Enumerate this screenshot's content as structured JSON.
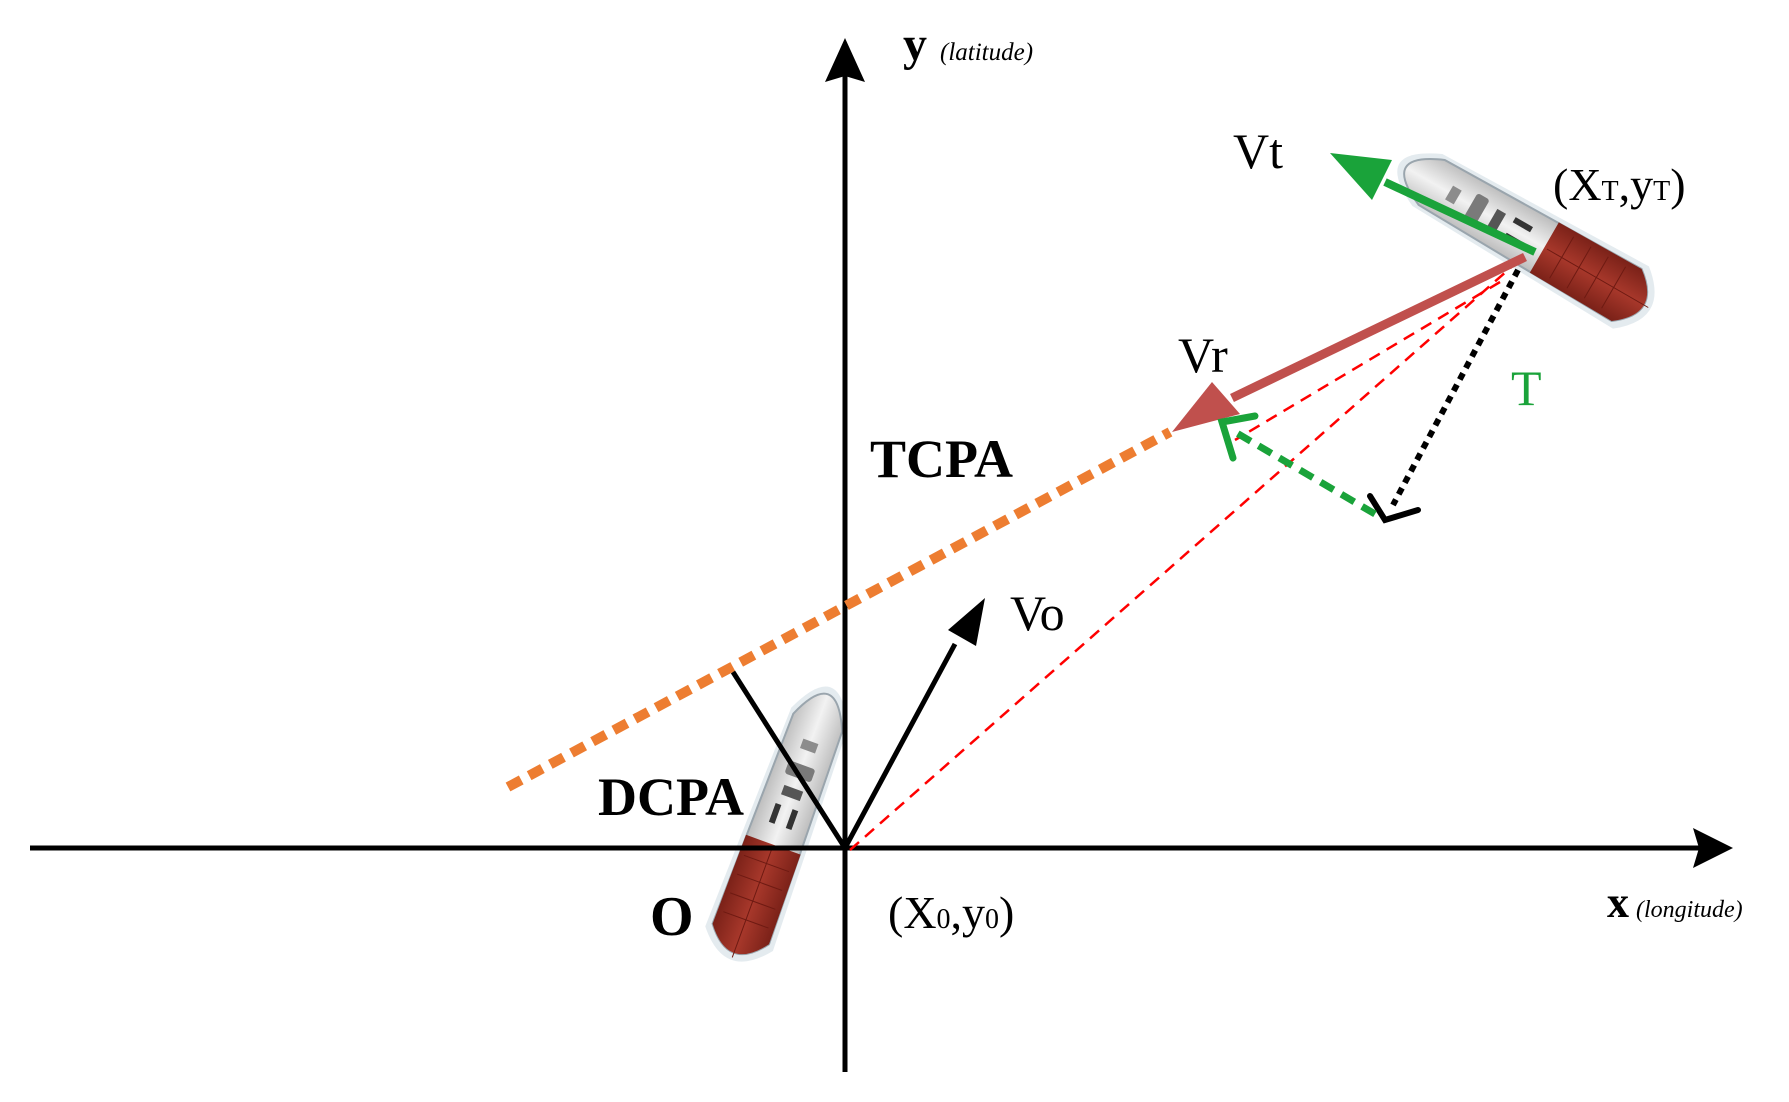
{
  "axes": {
    "y": {
      "letter": "y",
      "qualifier": "(latitude)"
    },
    "x": {
      "letter": "x",
      "qualifier": "(longitude)"
    },
    "origin": "O"
  },
  "own_ship": {
    "pos_open": "(X",
    "pos_x_sub": "0",
    "pos_mid": ",y",
    "pos_y_sub": "0",
    "pos_close": ")",
    "velocity_label": "Vo"
  },
  "target_ship": {
    "pos_open": "(X",
    "pos_x_sub": "T",
    "pos_mid": ",y",
    "pos_y_sub": "T",
    "pos_close": ")",
    "name": "T",
    "velocity_label": "Vt"
  },
  "relative_velocity_label": "Vr",
  "labels": {
    "tcpa": "TCPA",
    "dcpa": "DCPA"
  },
  "colors": {
    "axis": "#000000",
    "vt_arrow": "#1aa33a",
    "vr_arrow": "#c0504d",
    "tcpa_line": "#ed7d31",
    "sight_line": "#ff0000",
    "target_label": "#1aa33a",
    "hull": "#9b2d22",
    "deck": "#d8d8d8"
  }
}
